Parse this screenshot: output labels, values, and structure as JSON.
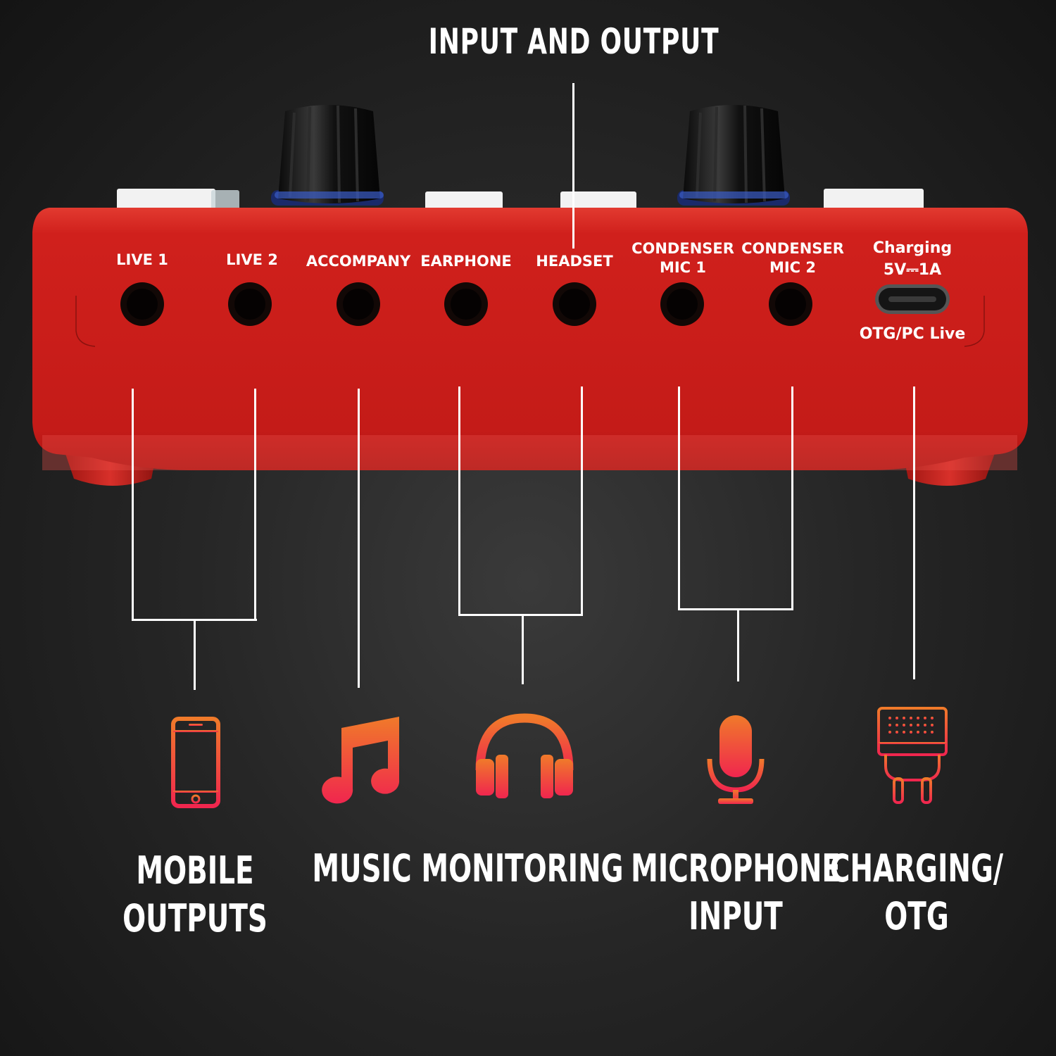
{
  "title": "INPUT AND OUTPUT",
  "ports": {
    "live1": "LIVE 1",
    "live2": "LIVE 2",
    "accompany": "ACCOMPANY",
    "earphone": "EARPHONE",
    "headset": "HEADSET",
    "mic1": [
      "CONDENSER",
      "MIC 1"
    ],
    "mic2": [
      "CONDENSER",
      "MIC 2"
    ],
    "charging": [
      "Charging",
      "5V⎓1A"
    ],
    "otg": "OTG/PC Live"
  },
  "categories": [
    {
      "icon": "smartphone-icon",
      "lines": [
        "MOBILE",
        "OUTPUTS"
      ]
    },
    {
      "icon": "music-note-icon",
      "lines": [
        "MUSIC"
      ]
    },
    {
      "icon": "headphones-icon",
      "lines": [
        "MONITORING"
      ]
    },
    {
      "icon": "microphone-icon",
      "lines": [
        "MICROPHONE",
        "INPUT"
      ]
    },
    {
      "icon": "charger-plug-icon",
      "lines": [
        "CHARGING/",
        "OTG"
      ]
    }
  ],
  "colors": {
    "device_red": "#d0201c",
    "icon_gradient_top": "#f07a2a",
    "icon_gradient_bottom": "#f0264e",
    "text": "#ffffff"
  }
}
